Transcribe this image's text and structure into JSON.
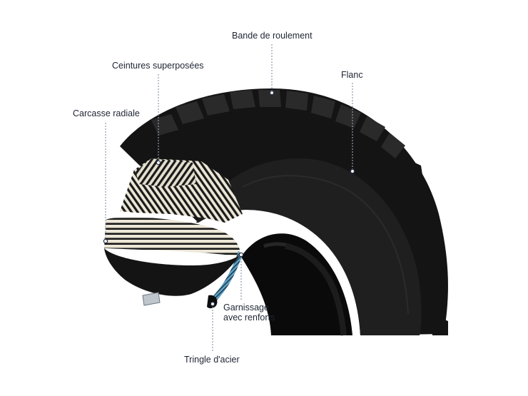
{
  "labels": {
    "tread": "Bande de roulement",
    "belts": "Ceintures superposées",
    "sidewall": "Flanc",
    "carcass": "Carcasse radiale",
    "lining_line1": "Garnissage",
    "lining_line2": "avec renforts",
    "bead": "Tringle d'acier"
  },
  "colors": {
    "rubber": "#141414",
    "rubber_mid": "#1f1f1f",
    "rubber_light": "#2b2b2b",
    "cord_light": "#ebe6d6",
    "cord_dark": "#1a1a1a",
    "lining": "#5fa2c6",
    "leader": "#8f9aad",
    "text": "#1e2433"
  }
}
